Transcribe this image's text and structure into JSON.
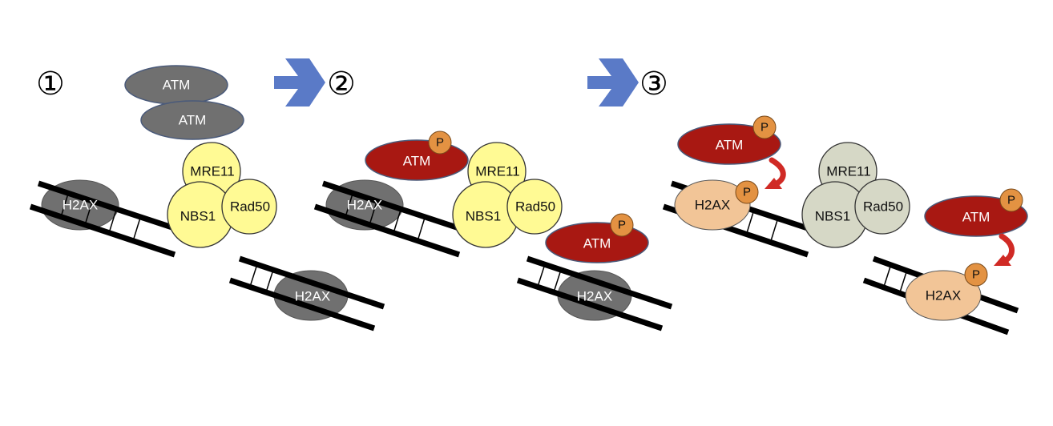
{
  "steps": [
    "①",
    "②",
    "③"
  ],
  "labels": {
    "atm": "ATM",
    "h2ax": "H2AX",
    "mre11": "MRE11",
    "nbs1": "NBS1",
    "rad50": "Rad50",
    "phospho": "P"
  },
  "colors": {
    "atm_inactive": "#707070",
    "atm_active": "#a81812",
    "h2ax_inactive": "#707070",
    "h2ax_active": "#f2c597",
    "mrn_active": "#fffa94",
    "mrn_released": "#d6d8c6",
    "phospho": "#e39242",
    "arrow_step": "#5a7ac7",
    "arrow_curved": "#d02a25",
    "dna": "#000000"
  }
}
